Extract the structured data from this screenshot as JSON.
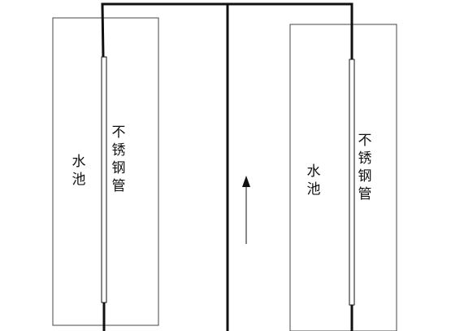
{
  "pools": [
    {
      "pool_label": "水池",
      "pipe_label": "不锈钢管"
    },
    {
      "pool_label": "水池",
      "pipe_label": "不锈钢管"
    }
  ],
  "arrow": {
    "direction": "up"
  },
  "colors": {
    "line": "#111111",
    "background": "#ffffff"
  }
}
